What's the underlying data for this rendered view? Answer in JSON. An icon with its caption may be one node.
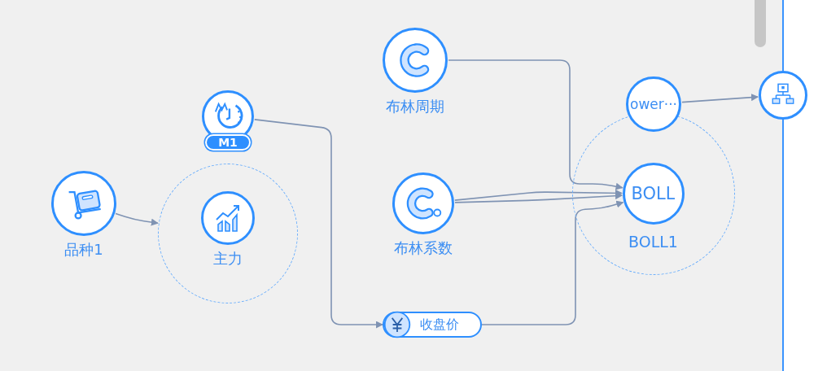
{
  "diagram": {
    "nodes": [
      {
        "text": [
          "品种1"
        ]
      },
      {
        "text": [],
        "shape": "circle"
      },
      {
        "text": [
          "M1"
        ]
      },
      {
        "text": [
          "主力"
        ],
        "in": 1
      },
      {
        "text": [
          "布林周期"
        ]
      },
      {
        "text": [
          "布林系数"
        ]
      },
      {
        "text": [
          "收盘价"
        ]
      },
      {
        "text": [
          "BOLL1"
        ]
      },
      {
        "text": [
          "ower···"
        ]
      },
      {
        "text": [
          "BOLL"
        ],
        "in": 7
      },
      {
        "text": [],
        "shape": "circle"
      }
    ],
    "edges": [
      {
        "from": 0,
        "to": 1,
        "arrow": "to"
      },
      {
        "from": 2,
        "to": 6,
        "arrow": "to"
      },
      {
        "from": 4,
        "to": 9,
        "arrow": "to"
      },
      {
        "from": 5,
        "to": 9,
        "arrow": "to"
      },
      {
        "from": 5,
        "to": 9,
        "arrow": "to"
      },
      {
        "from": 6,
        "to": 9,
        "arrow": "to"
      },
      {
        "from": 8,
        "to": 10,
        "arrow": "to"
      }
    ]
  }
}
